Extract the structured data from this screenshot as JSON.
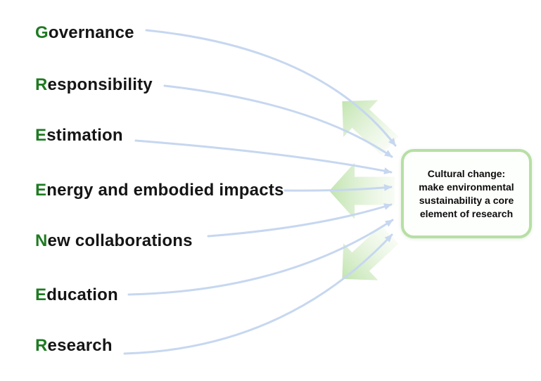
{
  "principles": [
    {
      "letter": "G",
      "rest": "overnance",
      "label": "Governance"
    },
    {
      "letter": "R",
      "rest": "esponsibility",
      "label": "Responsibility"
    },
    {
      "letter": "E",
      "rest": "stimation",
      "label": "Estimation"
    },
    {
      "letter": "E",
      "rest": "nergy and embodied impacts",
      "label": "Energy and embodied impacts"
    },
    {
      "letter": "N",
      "rest": "ew collaborations",
      "label": "New collaborations"
    },
    {
      "letter": "E",
      "rest": "ducation",
      "label": "Education"
    },
    {
      "letter": "R",
      "rest": "esearch",
      "label": "Research"
    }
  ],
  "acronym": "GREENER",
  "outcome_box": {
    "lines": [
      "Cultural change:",
      "make environmental",
      "sustainability a core",
      "element of research"
    ],
    "text": "Cultural change: make environmental sustainability a core element of research"
  },
  "icons": {
    "big_arrows": [
      "up-left-block-arrow-icon",
      "left-block-arrow-icon",
      "down-left-block-arrow-icon"
    ],
    "connectors": "thin-curved-arrow-icon"
  },
  "colors": {
    "letter_green": "#1e7b22",
    "text_black": "#151515",
    "connector_blue": "#c6d7f0",
    "big_arrow_green": "#bfe3ac",
    "big_arrow_green_faint": "#f2f9ec",
    "box_border_green": "#b7dfa5",
    "box_fill": "#fdfffc"
  }
}
